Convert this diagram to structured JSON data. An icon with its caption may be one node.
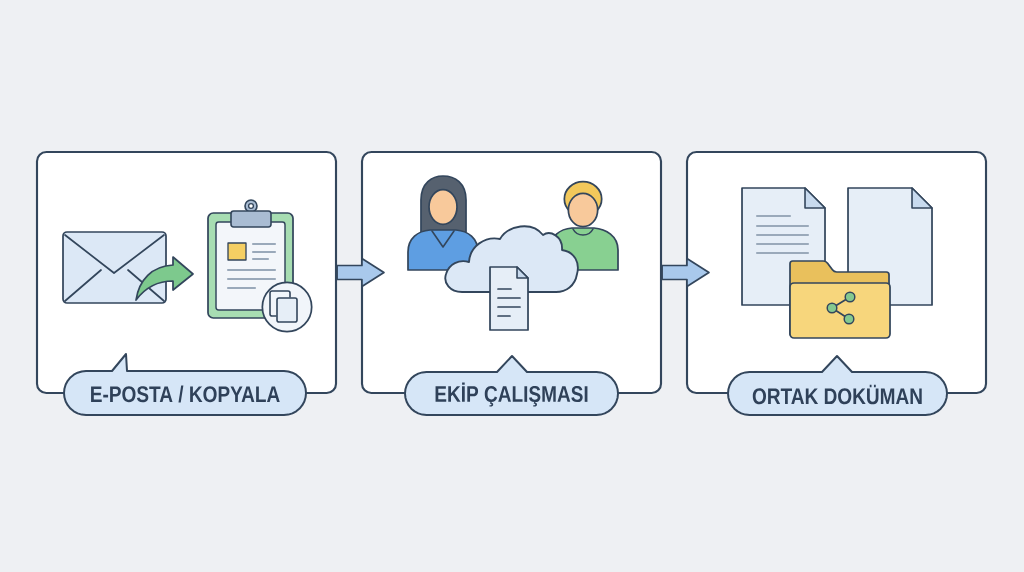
{
  "diagram": {
    "nodes": [
      {
        "text": [
          "E-POSTA / KOPYALA"
        ]
      },
      {
        "text": [
          "EKİP ÇALIŞMASI"
        ]
      },
      {
        "text": [
          "ORTAK DOKÜMAN"
        ]
      }
    ],
    "edges": [
      {
        "from": 0,
        "to": 1,
        "arrow": "to"
      },
      {
        "from": 1,
        "to": 2,
        "arrow": "to"
      }
    ]
  }
}
